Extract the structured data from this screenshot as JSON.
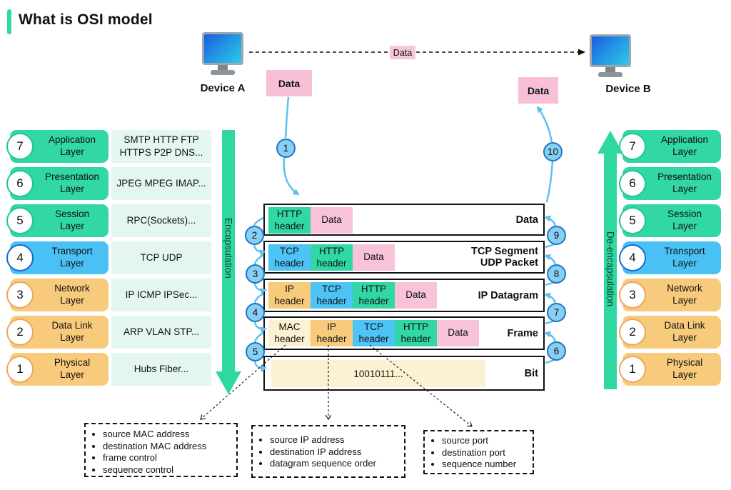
{
  "title": "What is OSI model",
  "devices": {
    "a_label": "Device A",
    "b_label": "Device B"
  },
  "flow": {
    "top_data_label": "Data",
    "left_data_label": "Data",
    "right_data_label": "Data",
    "encapsulation_label": "Encapsulation",
    "deencapsulation_label": "De-encapsulation",
    "step_numbers": [
      "1",
      "2",
      "3",
      "4",
      "5",
      "6",
      "7",
      "8",
      "9",
      "10"
    ]
  },
  "colors": {
    "teal": "#31d7a4",
    "blue": "#49c1f4",
    "orange": "#f8ca7c",
    "cream": "#fdf1d3",
    "pink": "#f8c3d9",
    "mint_bg": "#e3f7ef",
    "flow_blue": "#5fc0ee",
    "accent": "#2ed9a6"
  },
  "osi_layers": [
    {
      "num": "7",
      "line1": "Application",
      "line2": "Layer",
      "protocols": "SMTP HTTP FTP HTTPS P2P DNS...",
      "scheme": "teal"
    },
    {
      "num": "6",
      "line1": "Presentation",
      "line2": "Layer",
      "protocols": "JPEG MPEG IMAP...",
      "scheme": "teal"
    },
    {
      "num": "5",
      "line1": "Session",
      "line2": "Layer",
      "protocols": "RPC(Sockets)...",
      "scheme": "teal"
    },
    {
      "num": "4",
      "line1": "Transport",
      "line2": "Layer",
      "protocols": "TCP UDP",
      "scheme": "blue"
    },
    {
      "num": "3",
      "line1": "Network",
      "line2": "Layer",
      "protocols": "IP ICMP IPSec...",
      "scheme": "orange"
    },
    {
      "num": "2",
      "line1": "Data Link",
      "line2": "Layer",
      "protocols": "ARP VLAN STP...",
      "scheme": "orange"
    },
    {
      "num": "1",
      "line1": "Physical",
      "line2": "Layer",
      "protocols": "Hubs Fiber...",
      "scheme": "orange"
    }
  ],
  "stack": {
    "rows": [
      {
        "label": "Data",
        "cells": [
          {
            "text": "HTTP\nheader",
            "scheme": "teal"
          },
          {
            "text": "Data",
            "scheme": "pink"
          }
        ]
      },
      {
        "label": "TCP Segment\nUDP Packet",
        "cells": [
          {
            "text": "TCP\nheader",
            "scheme": "blue"
          },
          {
            "text": "HTTP\nheader",
            "scheme": "teal"
          },
          {
            "text": "Data",
            "scheme": "pink"
          }
        ]
      },
      {
        "label": "IP Datagram",
        "cells": [
          {
            "text": "IP\nheader",
            "scheme": "orange"
          },
          {
            "text": "TCP\nheader",
            "scheme": "blue"
          },
          {
            "text": "HTTP\nheader",
            "scheme": "teal"
          },
          {
            "text": "Data",
            "scheme": "pink"
          }
        ]
      },
      {
        "label": "Frame",
        "cells": [
          {
            "text": "MAC\nheader",
            "scheme": "cream"
          },
          {
            "text": "IP\nheader",
            "scheme": "orange"
          },
          {
            "text": "TCP\nheader",
            "scheme": "blue"
          },
          {
            "text": "HTTP\nheader",
            "scheme": "teal"
          },
          {
            "text": "Data",
            "scheme": "pink"
          }
        ]
      },
      {
        "label": "Bit",
        "bit_text": "10010111..."
      }
    ]
  },
  "notes": [
    {
      "items": [
        "source MAC address",
        "destination MAC address",
        "frame control",
        "sequence control"
      ]
    },
    {
      "items": [
        "source IP address",
        "destination IP address",
        "datagram sequence order"
      ]
    },
    {
      "items": [
        "source port",
        "destination port",
        "sequence number"
      ]
    }
  ]
}
